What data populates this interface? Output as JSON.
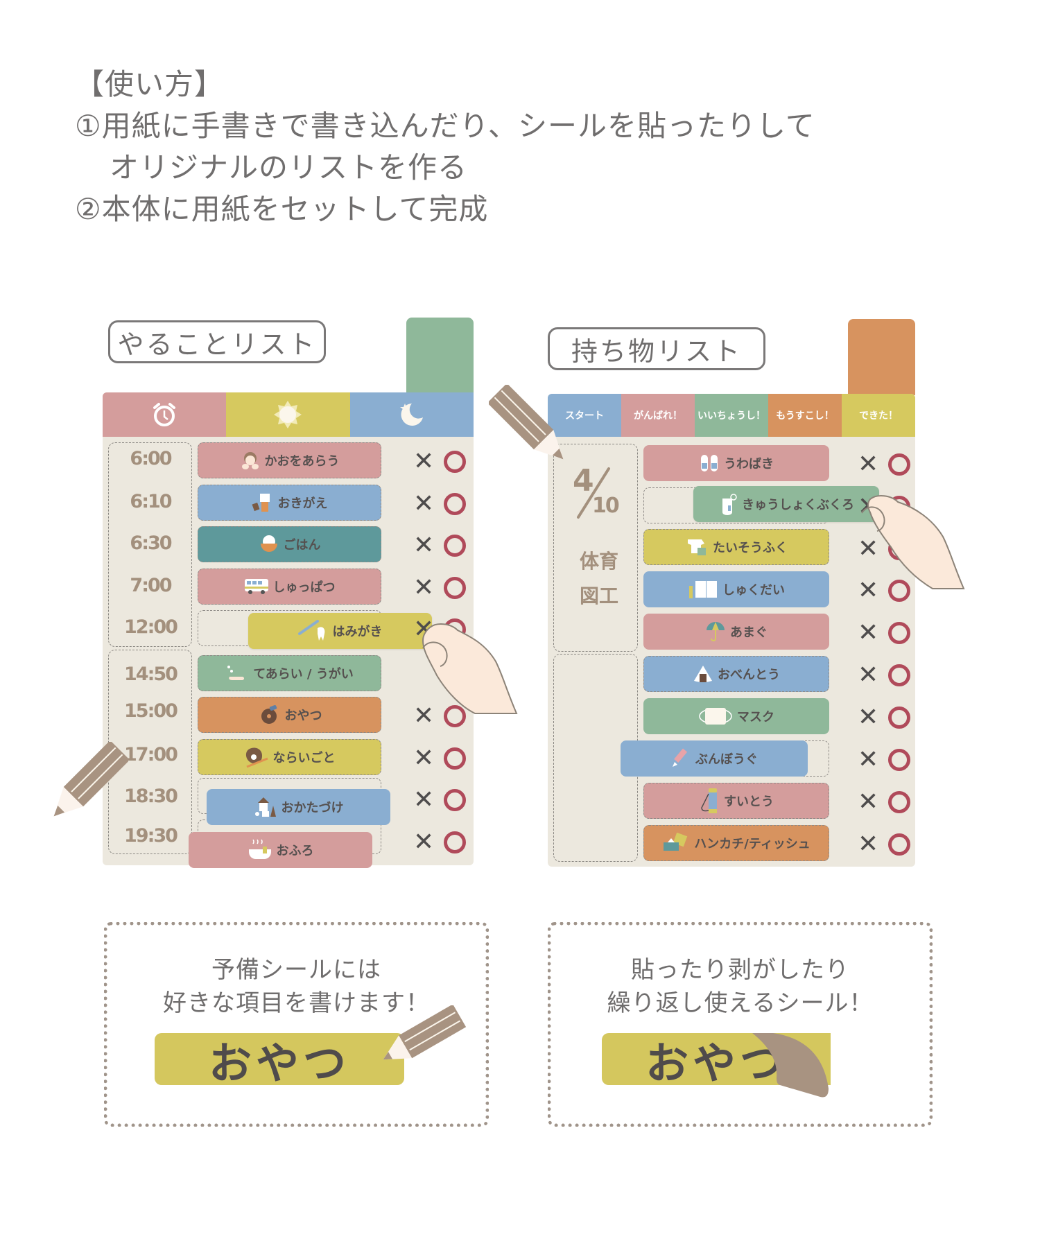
{
  "intro": {
    "heading": "【使い方】",
    "step1_line1": "①用紙に手書きで書き込んだり、シールを貼ったりして",
    "step1_line2": "オリジナルのリストを作る",
    "step2": "②本体に用紙をセットして完成"
  },
  "todo_board": {
    "title": "やることリスト",
    "tab_color": "#8fb89a",
    "header": [
      {
        "icon": "alarm-clock-icon",
        "color": "#d49d9c"
      },
      {
        "icon": "sun-icon",
        "color": "#d6c95f"
      },
      {
        "icon": "moon-star-icon",
        "color": "#8aaed1"
      }
    ],
    "times": [
      "6:00",
      "6:10",
      "6:30",
      "7:00",
      "12:00",
      "14:50",
      "15:00",
      "17:00",
      "18:30",
      "19:30"
    ],
    "items": [
      {
        "label": "かおをあらう",
        "icon": "face-wash-icon",
        "color": "#d49d9c"
      },
      {
        "label": "おきがえ",
        "icon": "clothes-icon",
        "color": "#8aaed1"
      },
      {
        "label": "ごはん",
        "icon": "rice-bowl-icon",
        "color": "#5e999b"
      },
      {
        "label": "しゅっぱつ",
        "icon": "bus-icon",
        "color": "#d49d9c"
      },
      {
        "label": "はみがき",
        "icon": "toothbrush-icon",
        "color": "#d6c95f"
      },
      {
        "label": "てあらい / うがい",
        "icon": "hand-wash-icon",
        "color": "#8fb89a"
      },
      {
        "label": "おやつ",
        "icon": "donut-icon",
        "color": "#d7935f"
      },
      {
        "label": "ならいごと",
        "icon": "baseball-glove-icon",
        "color": "#d6c95f"
      },
      {
        "label": "おかたづけ",
        "icon": "toy-blocks-icon",
        "color": "#8aaed1"
      },
      {
        "label": "おふろ",
        "icon": "bathtub-icon",
        "color": "#d49d9c"
      }
    ],
    "mark_x": "✕",
    "mark_o": "○"
  },
  "belongings_board": {
    "title": "持ち物リスト",
    "tab_color": "#d7935f",
    "header": [
      {
        "label": "スタート",
        "color": "#8aaed1"
      },
      {
        "label": "がんばれ！",
        "color": "#d49d9c"
      },
      {
        "label": "いいちょうし！",
        "color": "#8fb89a"
      },
      {
        "label": "もうすこし！",
        "color": "#d7935f"
      },
      {
        "label": "できた！",
        "color": "#d6c95f"
      }
    ],
    "date": "4/10",
    "date_num": "4",
    "date_den": "10",
    "subjects": [
      "体育",
      "図工"
    ],
    "items": [
      {
        "label": "うわばき",
        "icon": "indoor-shoes-icon",
        "color": "#d49d9c"
      },
      {
        "label": "きゅうしょくぶくろ",
        "icon": "lunch-bag-icon",
        "color": "#8fb89a"
      },
      {
        "label": "たいそうふく",
        "icon": "gym-clothes-icon",
        "color": "#d6c95f"
      },
      {
        "label": "しゅくだい",
        "icon": "book-icon",
        "color": "#8aaed1"
      },
      {
        "label": "あまぐ",
        "icon": "umbrella-icon",
        "color": "#d49d9c"
      },
      {
        "label": "おべんとう",
        "icon": "onigiri-icon",
        "color": "#8aaed1"
      },
      {
        "label": "マスク",
        "icon": "mask-icon",
        "color": "#8fb89a"
      },
      {
        "label": "ぶんぼうぐ",
        "icon": "pencil-icon",
        "color": "#8aaed1"
      },
      {
        "label": "すいとう",
        "icon": "water-bottle-icon",
        "color": "#d49d9c"
      },
      {
        "label": "ハンカチ/ティッシュ",
        "icon": "tissue-icon",
        "color": "#d7935f"
      }
    ],
    "mark_x": "✕",
    "mark_o": "○"
  },
  "notes": {
    "spare": {
      "line1": "予備シールには",
      "line2": "好きな項目を書けます！",
      "sticker": "おやつ"
    },
    "reusable": {
      "line1": "貼ったり剥がしたり",
      "line2": "繰り返し使えるシール！",
      "sticker": "おやつ"
    }
  },
  "colors": {
    "board_bg": "#ece8de",
    "pink": "#d49d9c",
    "yellow": "#d6c95f",
    "blue": "#8aaed1",
    "green": "#8fb89a",
    "orange": "#d7935f",
    "teal": "#5e999b",
    "pencil": "#a89381",
    "o_mark": "#b04a5a",
    "x_mark": "#4e4c4c"
  }
}
